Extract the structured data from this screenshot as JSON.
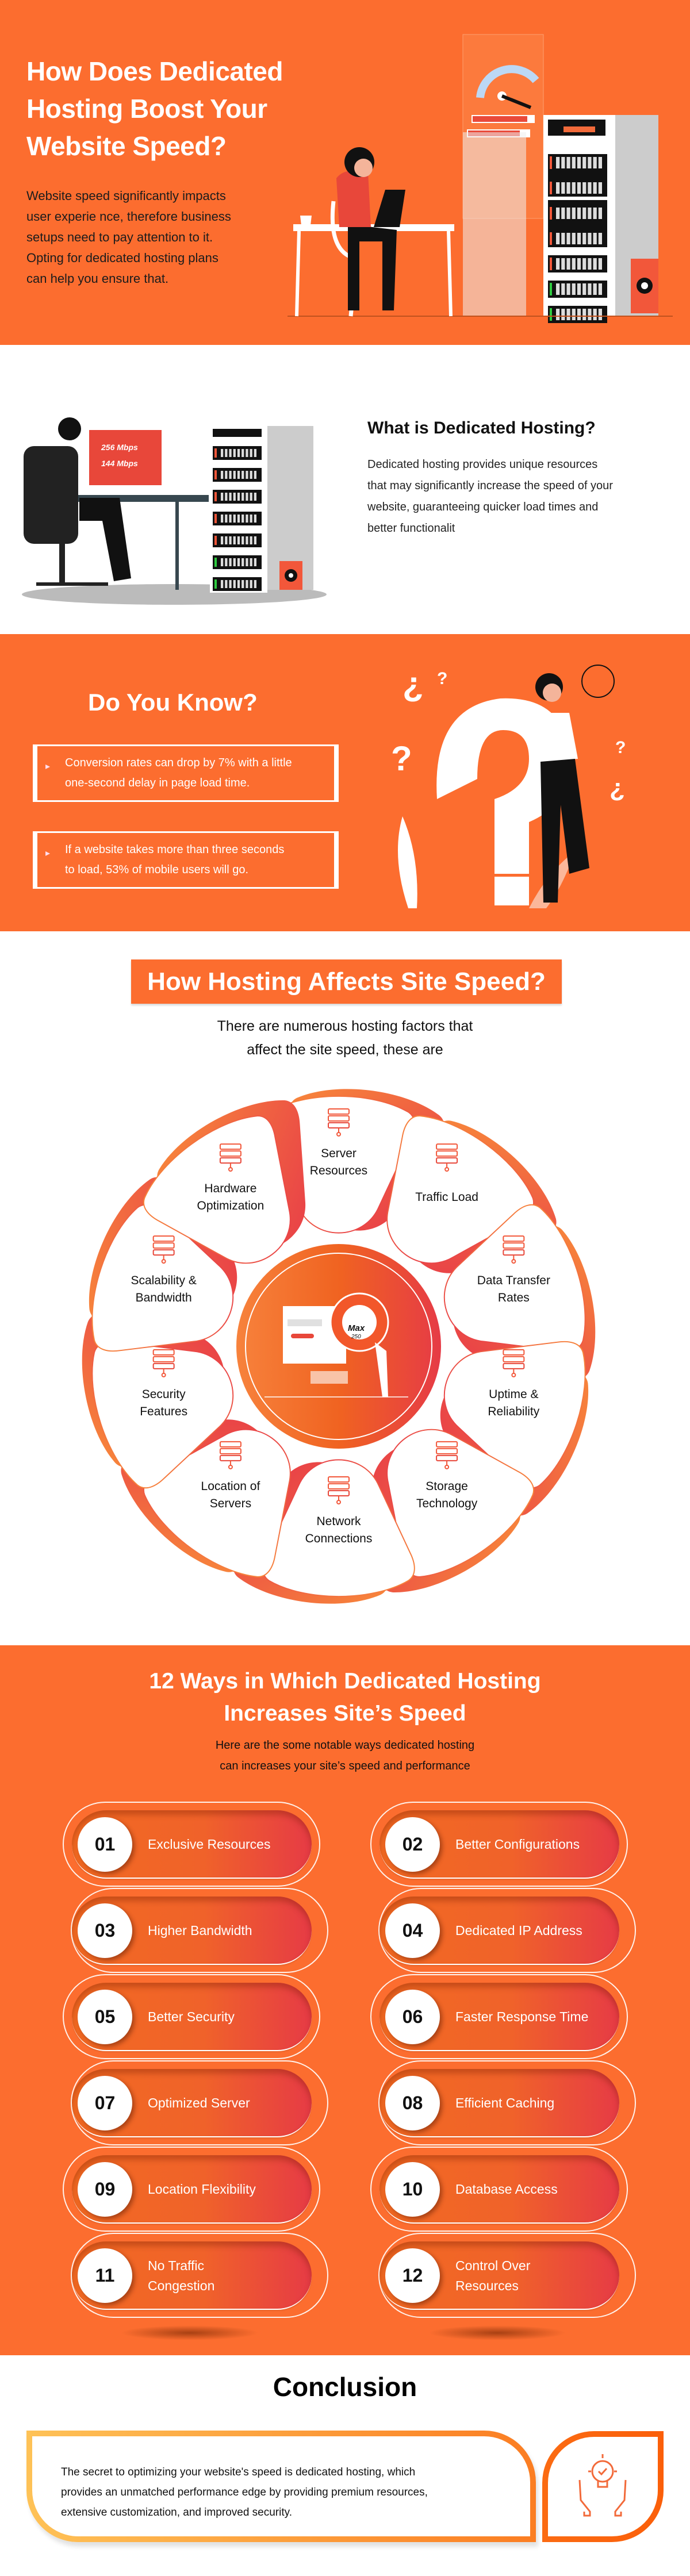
{
  "hero": {
    "title_lines": [
      "How Does Dedicated",
      "Hosting Boost Your",
      "Website Speed?"
    ],
    "body_lines": [
      "Website speed significantly impacts",
      "user experie nce, therefore business",
      "setups need to pay attention to it.",
      "Opting for dedicated hosting plans",
      "can help you ensure that."
    ]
  },
  "what_is": {
    "title": "What is Dedicated Hosting?",
    "body_lines": [
      "Dedicated hosting provides unique resources",
      "that may significantly increase the speed of your",
      "website, guaranteeing quicker load times and",
      "better functionalit"
    ],
    "monitor_download": "256 Mbps",
    "monitor_upload": "144 Mbps"
  },
  "do_you_know": {
    "title": "Do You Know?",
    "facts": [
      {
        "lines": [
          "Conversion rates can drop by 7% with a little",
          "one-second delay in page load time."
        ]
      },
      {
        "lines": [
          "If a website takes more than three seconds",
          "to load, 53% of mobile users will go."
        ]
      }
    ]
  },
  "factors": {
    "title": "How Hosting Affects Site Speed?",
    "subtitle_lines": [
      "There are numerous hosting factors that",
      "affect the site speed, these are"
    ],
    "center_gauge": {
      "label": "Max",
      "value": "250"
    },
    "items": [
      {
        "lines": [
          "Server",
          "Resources"
        ],
        "icon": "server-stack-icon"
      },
      {
        "lines": [
          "Traffic Load"
        ],
        "icon": "network-server-icon"
      },
      {
        "lines": [
          "Data Transfer",
          "Rates"
        ],
        "icon": "data-transfer-icon"
      },
      {
        "lines": [
          "Uptime &",
          "Reliability"
        ],
        "icon": "clock-check-icon"
      },
      {
        "lines": [
          "Storage",
          "Technology"
        ],
        "icon": "cloud-storage-icon"
      },
      {
        "lines": [
          "Network",
          "Connections"
        ],
        "icon": "globe-laptop-icon"
      },
      {
        "lines": [
          "Location of",
          "Servers"
        ],
        "icon": "server-location-icon"
      },
      {
        "lines": [
          "Security",
          "Features"
        ],
        "icon": "server-lock-icon"
      },
      {
        "lines": [
          "Scalability &",
          "Bandwidth"
        ],
        "icon": "server-gauge-icon"
      },
      {
        "lines": [
          "Hardware",
          "Optimization"
        ],
        "icon": "server-gear-icon"
      }
    ]
  },
  "ways": {
    "title_lines": [
      "12 Ways in Which Dedicated Hosting",
      "Increases Site’s Speed"
    ],
    "subtitle_lines": [
      "Here are the some notable ways dedicated hosting",
      "can increases your site’s speed and performance"
    ],
    "items": [
      {
        "num": "01",
        "lines": [
          "Exclusive Resources"
        ]
      },
      {
        "num": "02",
        "lines": [
          "Better Configurations"
        ]
      },
      {
        "num": "03",
        "lines": [
          "Higher Bandwidth"
        ]
      },
      {
        "num": "04",
        "lines": [
          "Dedicated IP Address"
        ]
      },
      {
        "num": "05",
        "lines": [
          "Better Security"
        ]
      },
      {
        "num": "06",
        "lines": [
          "Faster Response Time"
        ]
      },
      {
        "num": "07",
        "lines": [
          "Optimized Server"
        ]
      },
      {
        "num": "08",
        "lines": [
          "Efficient Caching"
        ]
      },
      {
        "num": "09",
        "lines": [
          "Location Flexibility"
        ]
      },
      {
        "num": "10",
        "lines": [
          "Database Access"
        ]
      },
      {
        "num": "11",
        "lines": [
          "No Traffic",
          "Congestion"
        ]
      },
      {
        "num": "12",
        "lines": [
          "Control Over",
          "Resources"
        ]
      }
    ]
  },
  "conclusion": {
    "title": "Conclusion",
    "body_lines": [
      "The secret to optimizing your website's speed is dedicated hosting, which",
      "provides an unmatched performance edge by providing premium resources,",
      "extensive customization, and improved security."
    ]
  },
  "colors": {
    "brand_orange": "#fc6d2f",
    "accent_red": "#e63946",
    "dark": "#1c1c1c"
  }
}
